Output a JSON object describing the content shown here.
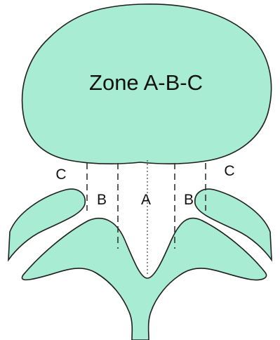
{
  "diagram": {
    "title": "Zone A-B-C",
    "zone_labels": {
      "a": "A",
      "b_left": "B",
      "b_right": "B",
      "c_left": "C",
      "c_right": "C"
    },
    "colors": {
      "fill": "#a8ecd3",
      "stroke": "#1f1f1f",
      "label": "#111111",
      "background": "#ffffff"
    }
  }
}
